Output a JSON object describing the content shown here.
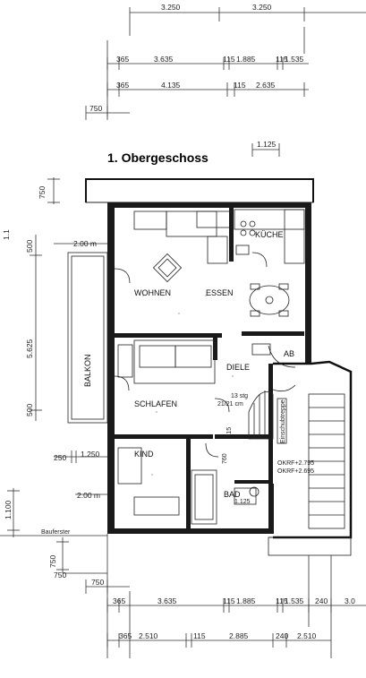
{
  "title": "1. Obergeschoss",
  "dims_top_row1": [
    "3.250",
    "3.250"
  ],
  "dims_top_row2": [
    "365",
    "3.635",
    "115",
    "1.885",
    "115",
    "1.535"
  ],
  "dims_top_row3": [
    "365",
    "4.135",
    "115",
    "2.635"
  ],
  "dims_top_row4": [
    "750"
  ],
  "dims_small": [
    "1.125",
    "750",
    "1.1",
    "500",
    "2.00 m",
    "5.625",
    "500",
    "250",
    "1.250",
    "2.00 m",
    "1.100",
    "750",
    "750",
    "750"
  ],
  "dims_bottom_row1": [
    "365",
    "3.635",
    "115",
    "1.885",
    "115",
    "1.535",
    "240",
    "3.0"
  ],
  "dims_bottom_row2": [
    "365",
    "2.510",
    "115",
    "2.885",
    "240",
    "2.510"
  ],
  "rooms": {
    "kueche": "KÜCHE",
    "wohnen": "WOHNEN",
    "essen": "ESSEN",
    "balkon": "BALKON",
    "ab": "AB",
    "diele": "DIELE",
    "schlafen": "SCHLAFEN",
    "kind": "KIND",
    "bad": "BAD"
  },
  "stairs": {
    "steps": "13 stg",
    "ratio": "21/21 cm"
  },
  "annotations": {
    "okrf1": "OKRF+2.795",
    "okrf2": "OKRF+2.695",
    "bad_dim": "1.125",
    "door_dim1": "115",
    "door_dim2": "760",
    "brueckentreppe": "Einschubtreppe",
    "brueckentreppe_lbl": "Bauferster"
  }
}
